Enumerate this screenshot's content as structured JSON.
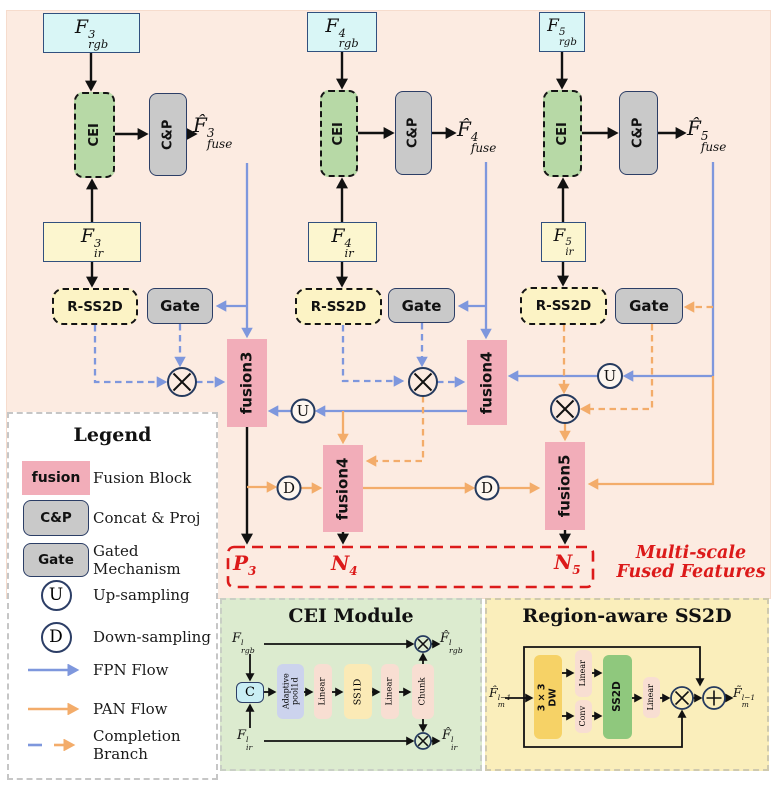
{
  "colors": {
    "peach": "#fcebe1",
    "fpn_blue": "#7e97dd",
    "pan_orange": "#f3ac6a",
    "fusion_pink": "#f2adb9",
    "accent_red": "#dc1a1a"
  },
  "top": {
    "cols": [
      {
        "rgb": {
          "base": "F",
          "sup": "3",
          "sub": "rgb"
        },
        "ir": {
          "base": "F",
          "sup": "3",
          "sub": "ir"
        },
        "cei": "CEI",
        "cp": "C&P",
        "fuse": {
          "base": "F̂",
          "sup": "3",
          "sub": "fuse"
        },
        "rss": "R-SS2D",
        "gate": "Gate",
        "fusion": "fusion3"
      },
      {
        "rgb": {
          "base": "F",
          "sup": "4",
          "sub": "rgb"
        },
        "ir": {
          "base": "F",
          "sup": "4",
          "sub": "ir"
        },
        "cei": "CEI",
        "cp": "C&P",
        "fuse": {
          "base": "F̂",
          "sup": "4",
          "sub": "fuse"
        },
        "rss": "R-SS2D",
        "gate": "Gate",
        "fusion": "fusion4"
      },
      {
        "rgb": {
          "base": "F",
          "sup": "5",
          "sub": "rgb"
        },
        "ir": {
          "base": "F",
          "sup": "5",
          "sub": "ir"
        },
        "cei": "CEI",
        "cp": "C&P",
        "fuse": {
          "base": "F̂",
          "sup": "5",
          "sub": "fuse"
        },
        "rss": "R-SS2D",
        "gate": "Gate",
        "fusion": "fusion5"
      }
    ],
    "fusion4b": "fusion4",
    "fusion5b": "fusion5",
    "u_label": "U",
    "d_label": "D"
  },
  "outputs": {
    "p3": {
      "base": "P",
      "sup": "3"
    },
    "n4": {
      "base": "N",
      "sup": "4"
    },
    "n5": {
      "base": "N",
      "sup": "5"
    },
    "caption1": "Multi-scale",
    "caption2": "Fused Features"
  },
  "legend": {
    "title": "Legend",
    "fusion_swatch": "fusion",
    "cp_swatch": "C&P",
    "gate_swatch": "Gate",
    "u": "U",
    "d": "D",
    "items": {
      "fusion": "Fusion Block",
      "cp": "Concat & Proj",
      "gate": "Gated Mechanism",
      "up": "Up-sampling",
      "down": "Down-sampling",
      "fpn": "FPN Flow",
      "pan": "PAN Flow",
      "completion": "Completion Branch"
    }
  },
  "cei": {
    "title": "CEI Module",
    "in_rgb": {
      "base": "F",
      "sup": "l",
      "sub": "rgb"
    },
    "in_ir": {
      "base": "F",
      "sup": "l",
      "sub": "ir"
    },
    "out_rgb": {
      "base": "F̂",
      "sup": "l",
      "sub": "rgb"
    },
    "out_ir": {
      "base": "F̂",
      "sup": "l",
      "sub": "ir"
    },
    "concat": "C",
    "blocks": {
      "pool1": "Adaptive",
      "pool2": "pool1d",
      "linear1": "Linear",
      "ss1d": "SS1D",
      "linear2": "Linear",
      "chunk": "Chunk"
    }
  },
  "region": {
    "title": "Region-aware SS2D",
    "input": {
      "base": "F̂",
      "sup": "l−1",
      "sub": "m"
    },
    "output": {
      "base": "F̃",
      "sup": "l−1",
      "sub": "m"
    },
    "blocks": {
      "dw1": "3 × 3",
      "dw2": "DW",
      "linear_top": "Linear",
      "conv": "Conv",
      "ss2d": "SS2D",
      "linear_out": "Linear"
    }
  }
}
